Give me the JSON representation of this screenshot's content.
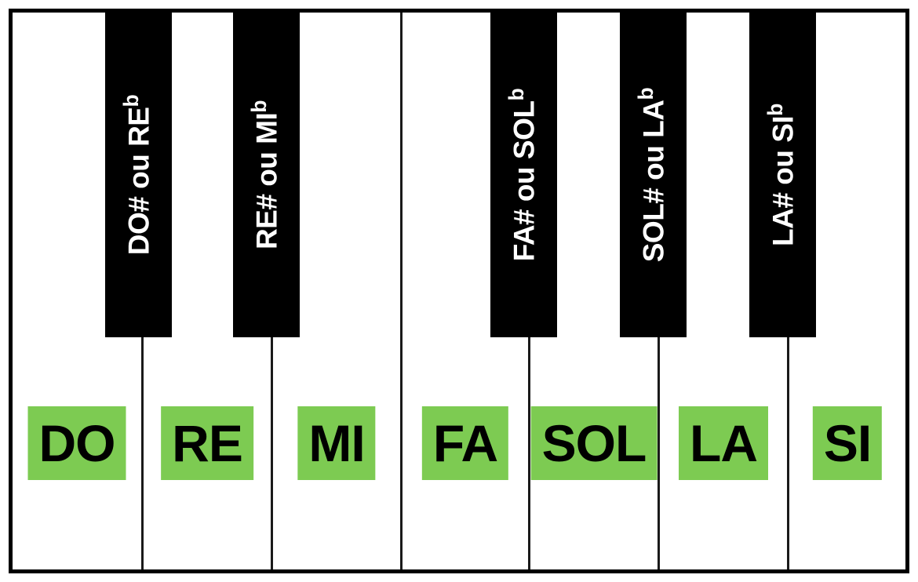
{
  "diagram": {
    "title": "Piano keyboard with French (solfège) note names",
    "frame_color": "#000000",
    "white_key_color": "#ffffff",
    "black_key_color": "#000000",
    "label_chip_color": "#7dcb52",
    "white_label_text_color": "#000000",
    "black_label_text_color": "#ffffff"
  },
  "white_keys": [
    {
      "label": "DO",
      "note": "C"
    },
    {
      "label": "RE",
      "note": "D"
    },
    {
      "label": "MI",
      "note": "E"
    },
    {
      "label": "FA",
      "note": "F"
    },
    {
      "label": "SOL",
      "note": "G"
    },
    {
      "label": "LA",
      "note": "A"
    },
    {
      "label": "SI",
      "note": "B"
    }
  ],
  "black_keys": [
    {
      "sharp": "DO# ou RE",
      "flat_suffix": "b"
    },
    {
      "sharp": "RE# ou MI",
      "flat_suffix": "b"
    },
    {
      "sharp": "FA# ou SOL",
      "flat_suffix": "b"
    },
    {
      "sharp": "SOL# ou LA",
      "flat_suffix": "b"
    },
    {
      "sharp": "LA# ou SI",
      "flat_suffix": "b"
    }
  ]
}
